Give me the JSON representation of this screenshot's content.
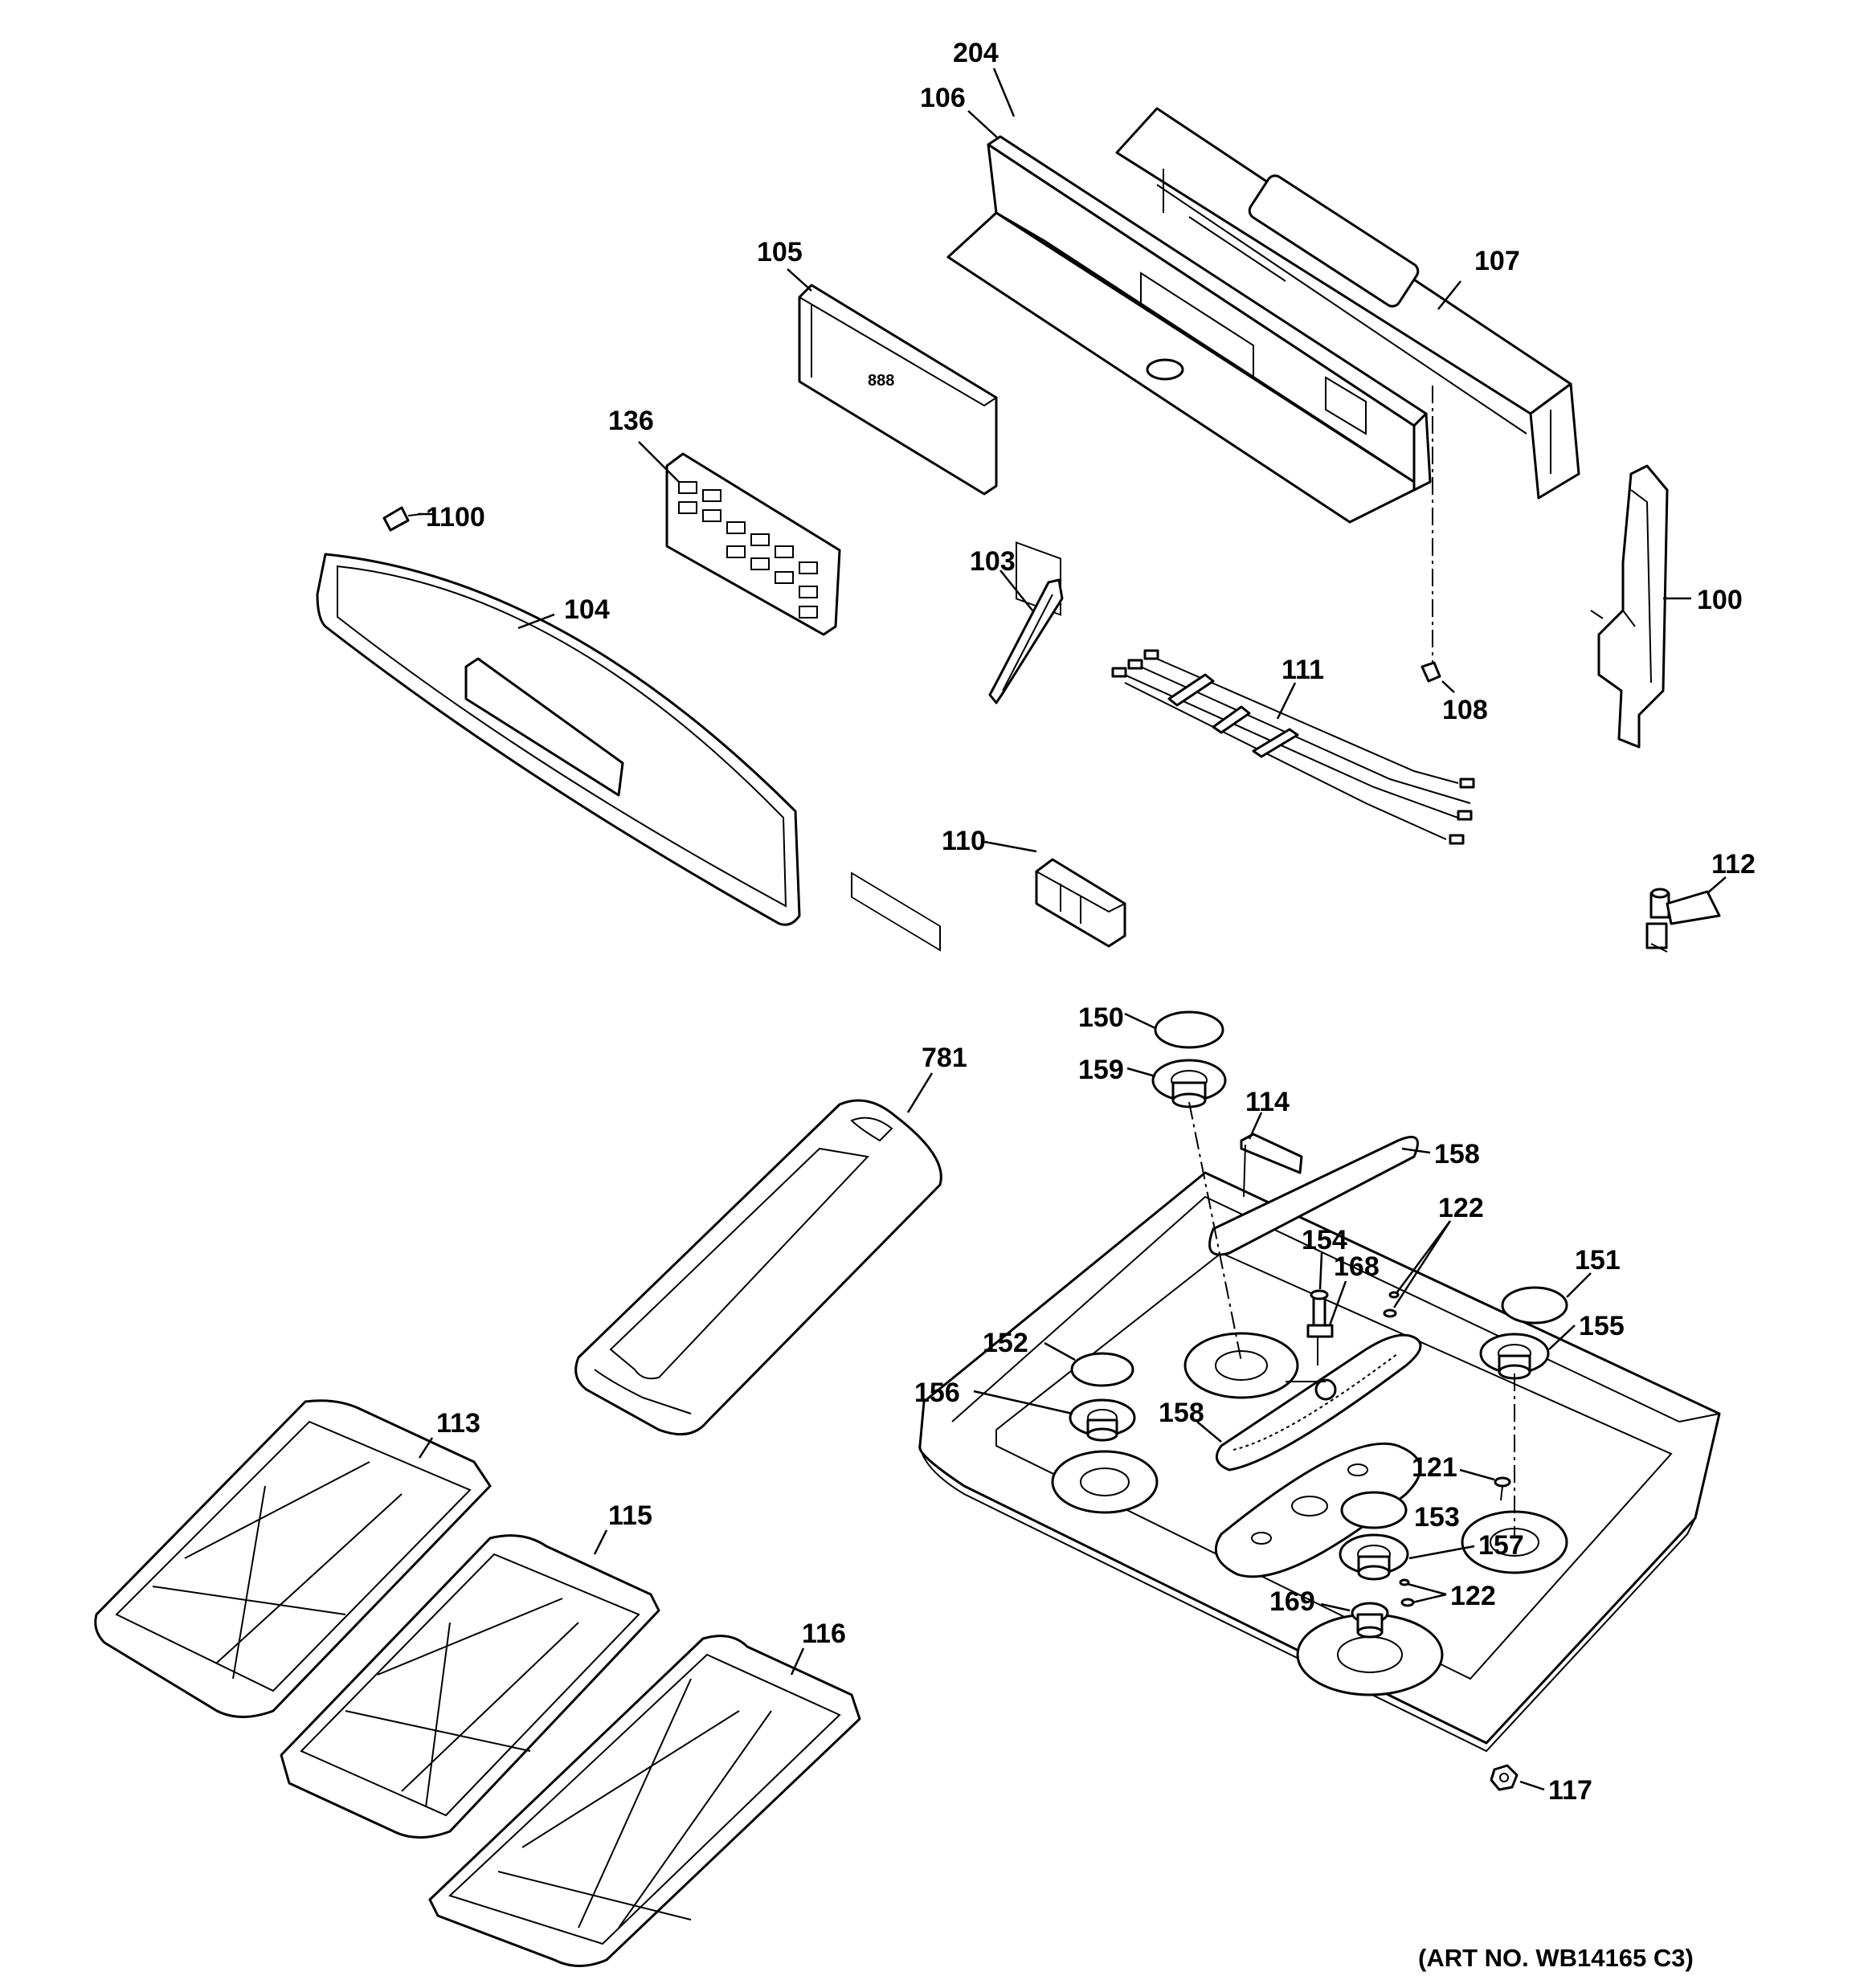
{
  "labels": {
    "p204": "204",
    "p106": "106",
    "p105": "105",
    "p107": "107",
    "p136": "136",
    "p1100": "1100",
    "p104": "104",
    "p103": "103",
    "p111": "111",
    "p100": "100",
    "p108": "108",
    "p110": "110",
    "p112": "112",
    "p150": "150",
    "p159": "159",
    "p781": "781",
    "p114": "114",
    "p158a": "158",
    "p122a": "122",
    "p154": "154",
    "p168": "168",
    "p151": "151",
    "p152": "152",
    "p155": "155",
    "p156": "156",
    "p158b": "158",
    "p113": "113",
    "p121": "121",
    "p153": "153",
    "p115": "115",
    "p157": "157",
    "p122b": "122",
    "p169": "169",
    "p116": "116",
    "p117": "117"
  },
  "art_number": "(ART NO. WB14165 C3)"
}
